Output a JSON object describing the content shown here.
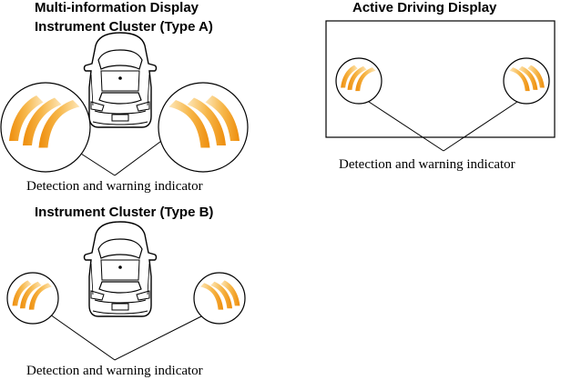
{
  "section_a": {
    "title_line1": "Multi-information Display",
    "title_line2": "Instrument Cluster (Type A)",
    "caption": "Detection and warning indicator"
  },
  "section_b": {
    "title": "Instrument Cluster (Type B)",
    "caption": "Detection and warning indicator"
  },
  "section_adp": {
    "title": "Active Driving Display",
    "caption": "Detection and warning indicator"
  },
  "colors": {
    "indicator_orange": "#f39c12",
    "indicator_light": "#fde0a8",
    "outline": "#000000"
  }
}
